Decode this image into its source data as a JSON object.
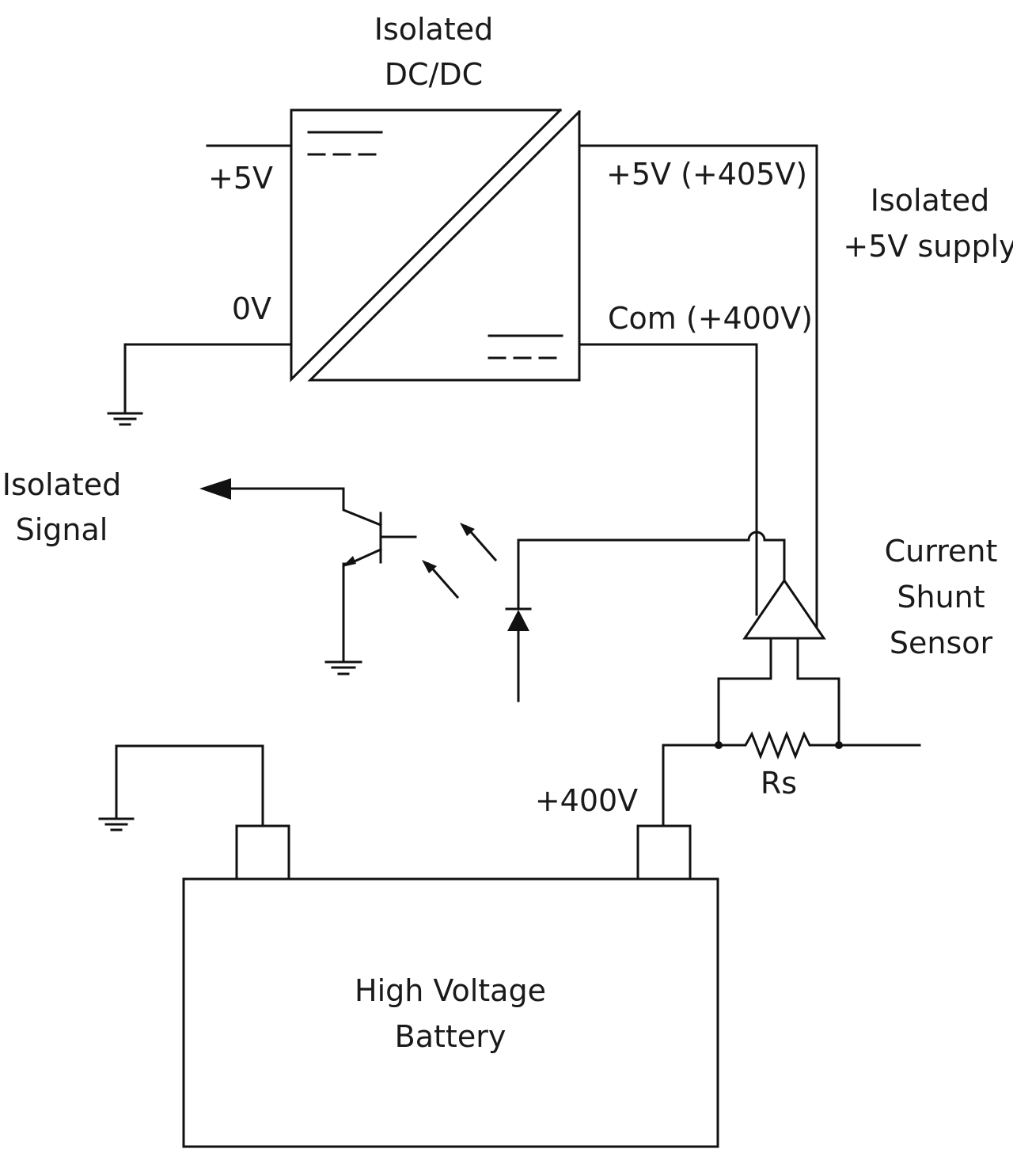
{
  "diagram": {
    "title_line1": "Isolated",
    "title_line2": "DC/DC",
    "labels": {
      "in_plus": "+5V",
      "in_zero": "0V",
      "out_plus": "+5V (+405V)",
      "out_com": "Com (+400V)",
      "iso_supply_line1": "Isolated",
      "iso_supply_line2": "+5V supply",
      "iso_signal_line1": "Isolated",
      "iso_signal_line2": "Signal",
      "sensor_line1": "Current",
      "sensor_line2": "Shunt",
      "sensor_line3": "Sensor",
      "shunt_resistor": "Rs",
      "battery_plus": "+400V",
      "battery_line1": "High Voltage",
      "battery_line2": "Battery"
    },
    "components": [
      {
        "id": "dcdc",
        "type": "isolated-dc-dc-converter"
      },
      {
        "id": "optocoupler-led",
        "type": "photodiode/led"
      },
      {
        "id": "optocoupler-transistor",
        "type": "npn-phototransistor"
      },
      {
        "id": "amplifier",
        "type": "current-shunt-amplifier"
      },
      {
        "id": "rs",
        "type": "resistor"
      },
      {
        "id": "battery",
        "type": "high-voltage-battery"
      },
      {
        "id": "ground",
        "type": "ground",
        "count": 3
      }
    ],
    "color_ink": "#111111"
  }
}
